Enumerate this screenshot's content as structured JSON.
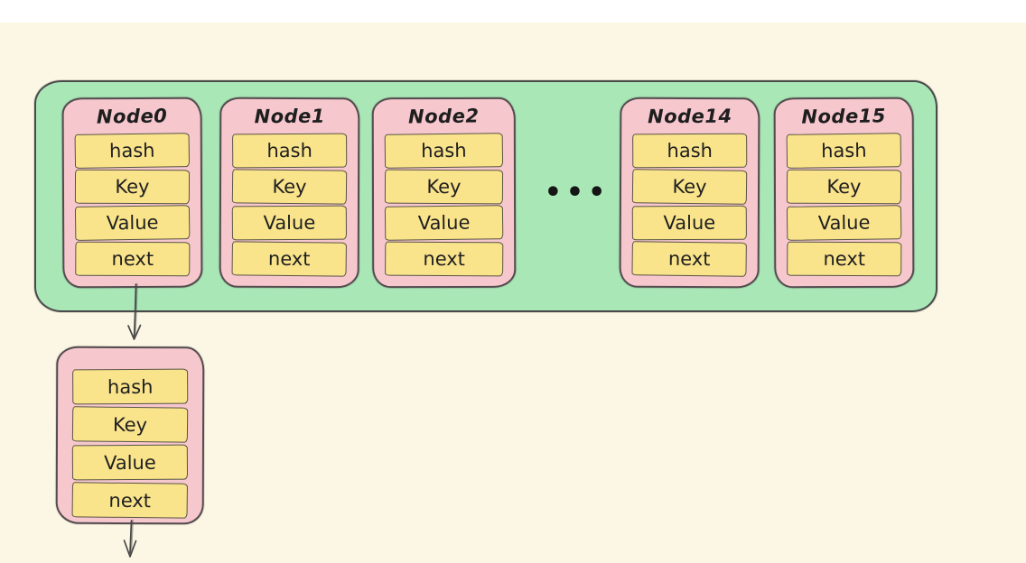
{
  "diagram": {
    "title_hint": "hash table bucket array with chained node",
    "colors": {
      "background": "#FCF7E4",
      "top_strip": "#FFFFFF",
      "bucket_array_fill": "#A9E7B7",
      "node_fill": "#F6C8CE",
      "field_fill": "#F9E38B",
      "stroke": "#4A4A4A"
    },
    "bucket_array": {
      "ellipsis": "•••",
      "nodes": [
        {
          "title": "Node0",
          "fields": [
            "hash",
            "Key",
            "Value",
            "next"
          ]
        },
        {
          "title": "Node1",
          "fields": [
            "hash",
            "Key",
            "Value",
            "next"
          ]
        },
        {
          "title": "Node2",
          "fields": [
            "hash",
            "Key",
            "Value",
            "next"
          ]
        },
        {
          "title": "Node14",
          "fields": [
            "hash",
            "Key",
            "Value",
            "next"
          ]
        },
        {
          "title": "Node15",
          "fields": [
            "hash",
            "Key",
            "Value",
            "next"
          ]
        }
      ]
    },
    "chained_node": {
      "fields": [
        "hash",
        "Key",
        "Value",
        "next"
      ]
    }
  }
}
